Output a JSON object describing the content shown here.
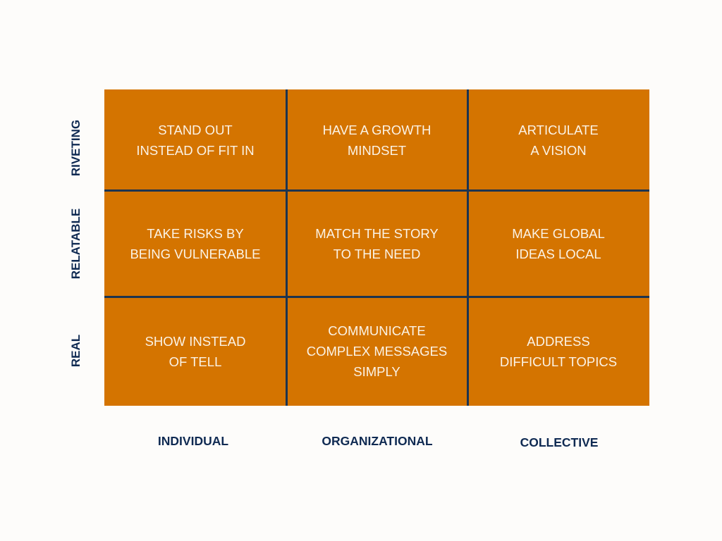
{
  "colors": {
    "cell_fill": "#d47400",
    "grid_lines": "#1c3450",
    "label_text": "#0f2a52",
    "cell_text": "#fbf3e6",
    "background": "#fdfcfa"
  },
  "rows": [
    "RIVETING",
    "RELATABLE",
    "REAL"
  ],
  "columns": [
    "INDIVIDUAL",
    "ORGANIZATIONAL",
    "COLLECTIVE"
  ],
  "cells": [
    [
      "STAND OUT\nINSTEAD OF FIT IN",
      "HAVE A GROWTH\nMINDSET",
      "ARTICULATE\nA VISION"
    ],
    [
      "TAKE RISKS BY\nBEING VULNERABLE",
      "MATCH THE STORY\nTO THE NEED",
      "MAKE GLOBAL\nIDEAS LOCAL"
    ],
    [
      "SHOW INSTEAD\nOF TELL",
      "COMMUNICATE\nCOMPLEX MESSAGES\nSIMPLY",
      "ADDRESS\nDIFFICULT TOPICS"
    ]
  ]
}
